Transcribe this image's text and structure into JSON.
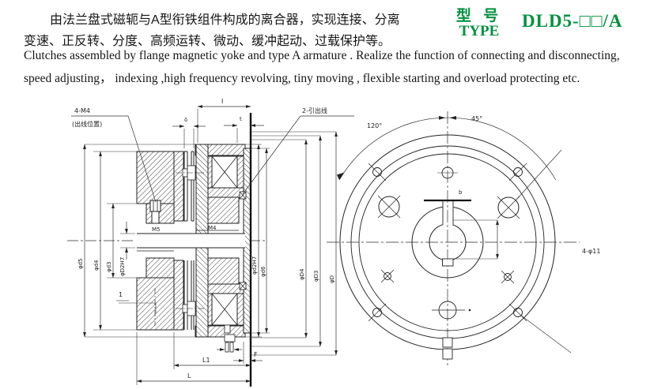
{
  "header": {
    "cn1": "由法兰盘式磁轭与A型衔铁组件构成的离合器，实现连接、分离",
    "cn2": "变速、正反转、分度、高频运转、微动、缓冲起动、过载保护等。",
    "model_label_cn": "型 号",
    "model_label_en": "TYPE",
    "model": "DLD5-□□/A",
    "en1": "Clutches assembled by flange magnetic yoke and type A armature . Realize the function of connecting and disconnecting,",
    "en2": "speed adjusting， indexing ,high frequency revolving, tiny moving , flexible starting and overload protecting etc.",
    "accent_green": "#00913f"
  },
  "section_view": {
    "note_screw_line1": "4-M4",
    "note_screw_line2": "(出线位置)",
    "note_lead": "2-引出线",
    "dim_top_b": "I",
    "dim_gap": "δ",
    "dim_t": "t",
    "label_m_hub": "M5",
    "label_m_rotor": "M4",
    "label_key": "1",
    "dim_L1": "L1",
    "dim_F": "F",
    "dim_L": "L",
    "left_dias": [
      "φd5",
      "φd4",
      "φd3",
      "φD2H7"
    ],
    "right_dias": [
      "φd2H7",
      "φd6",
      "φD4",
      "φD3",
      "φD"
    ]
  },
  "front_view": {
    "angle_left": "120°",
    "angle_right": "45°",
    "holes_label": "4-φ11",
    "key_width": "b"
  }
}
